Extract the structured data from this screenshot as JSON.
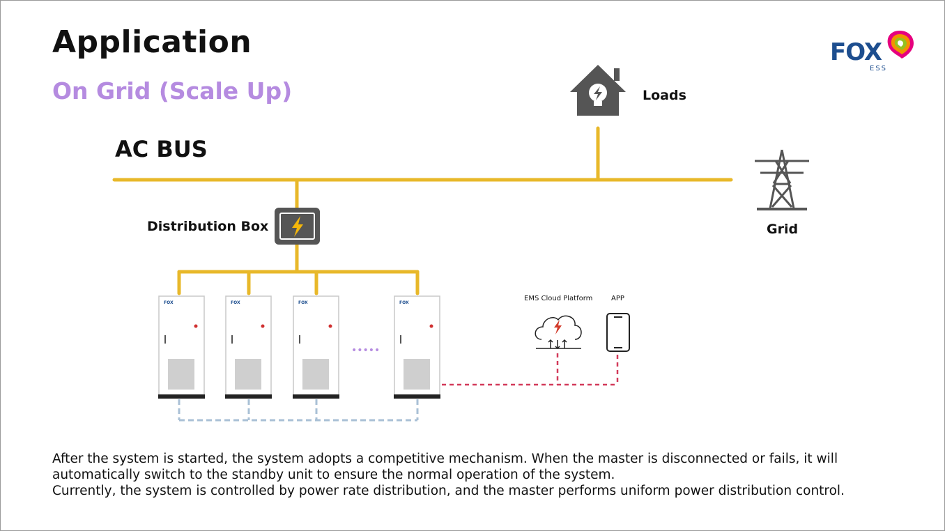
{
  "header": {
    "title": "Application",
    "subtitle": "On Grid (Scale Up)"
  },
  "logo": {
    "text": "FOX",
    "sub": "ESS"
  },
  "diagram": {
    "bus_label": "AC BUS",
    "loads_label": "Loads",
    "grid_label": "Grid",
    "distribution_label": "Distribution Box",
    "ems_label": "EMS Cloud Platform",
    "app_label": "APP",
    "cabinet_logo": "FOX",
    "ellipsis": "•••••"
  },
  "description": {
    "line1": "After the system is started, the system adopts a competitive mechanism. When the master is disconnected or fails, it will automatically switch to the standby unit to ensure the normal operation of the system.",
    "line2": "Currently, the system is controlled by power rate distribution, and the master performs uniform power distribution control."
  },
  "colors": {
    "bus": "#e8b82a",
    "icon": "#555555",
    "subtitle": "#b58be0",
    "logo_blue": "#1d4e8f",
    "comm_red": "#d23a5a",
    "comm_blue": "#a9c0d6"
  }
}
